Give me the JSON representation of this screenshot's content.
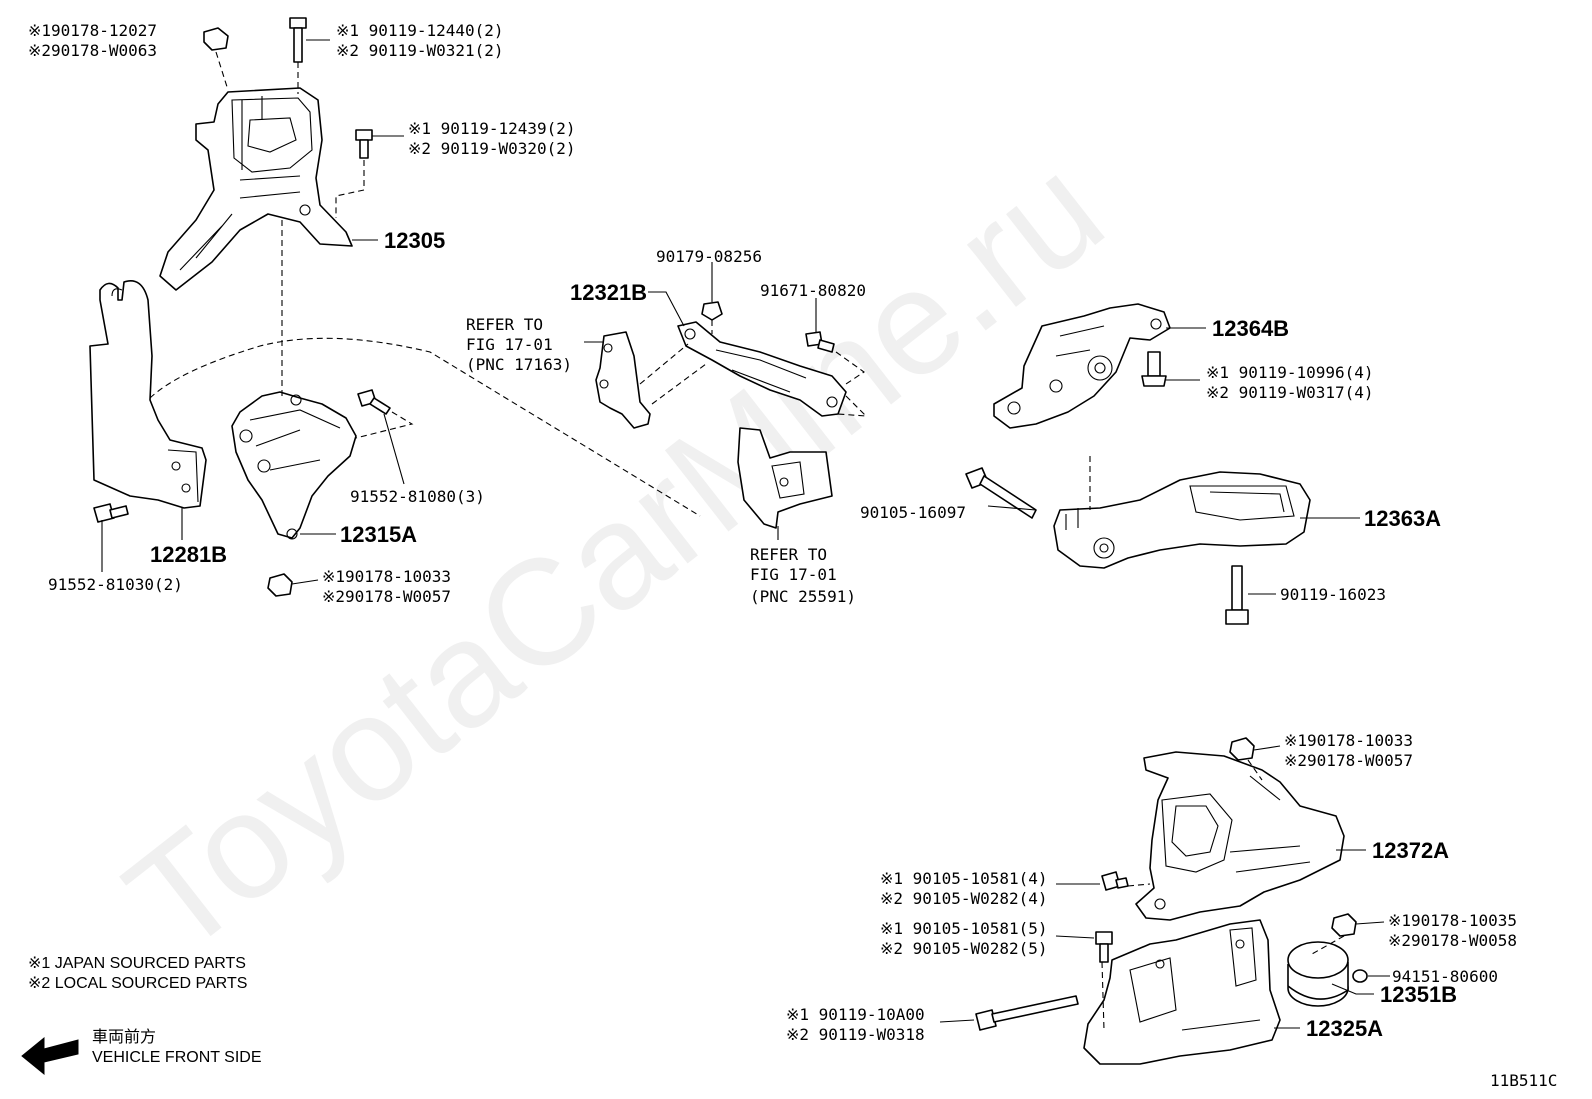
{
  "diagram_id": "11B511C",
  "watermark": "ToyotaCarMine.ru",
  "legend": {
    "line1": "※1 JAPAN SOURCED PARTS",
    "line2": "※2 LOCAL SOURCED PARTS",
    "direction_jp": "車両前方",
    "direction_en": "VEHICLE FRONT SIDE"
  },
  "main_parts": {
    "p12305": "12305",
    "p12321B": "12321B",
    "p12364B": "12364B",
    "p12363A": "12363A",
    "p12281B": "12281B",
    "p12315A": "12315A",
    "p12372A": "12372A",
    "p12351B": "12351B",
    "p12325A": "12325A"
  },
  "fasteners": {
    "f1a": "※190178-12027",
    "f1b": "※290178-W0063",
    "f2a": "※1 90119-12440(2)",
    "f2b": "※2 90119-W0321(2)",
    "f3a": "※1 90119-12439(2)",
    "f3b": "※2 90119-W0320(2)",
    "f4": "90179-08256",
    "f5": "91671-80820",
    "f6a": "※1 90119-10996(4)",
    "f6b": "※2 90119-W0317(4)",
    "f7": "91552-81080(3)",
    "f8": "90105-16097",
    "f9": "91552-81030(2)",
    "f10a": "※190178-10033",
    "f10b": "※290178-W0057",
    "f11": "90119-16023",
    "f12a": "※190178-10033",
    "f12b": "※290178-W0057",
    "f13a": "※1 90105-10581(4)",
    "f13b": "※2 90105-W0282(4)",
    "f14a": "※1 90105-10581(5)",
    "f14b": "※2 90105-W0282(5)",
    "f15a": "※190178-10035",
    "f15b": "※290178-W0058",
    "f16": "94151-80600",
    "f17a": "※1 90119-10A00",
    "f17b": "※2 90119-W0318"
  },
  "refs": {
    "r1a": "REFER TO",
    "r1b": "FIG 17-01",
    "r1c": "(PNC 17163)",
    "r2a": "REFER TO",
    "r2b": "FIG 17-01",
    "r2c": "(PNC 25591)"
  }
}
